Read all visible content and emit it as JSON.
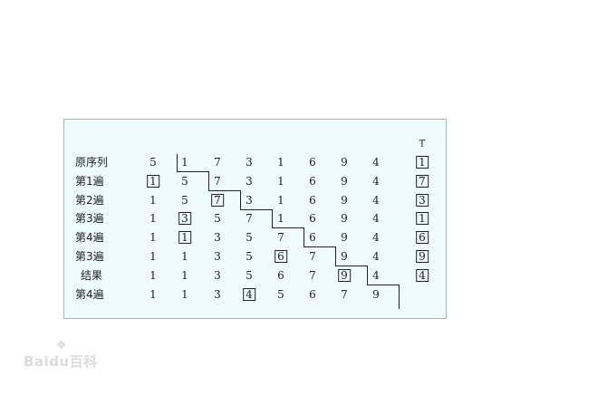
{
  "header_t": "T",
  "rows": [
    {
      "label": "原序列",
      "values": [
        "5",
        "1",
        "7",
        "3",
        "1",
        "6",
        "9",
        "4"
      ],
      "boxed": -1,
      "t": "1"
    },
    {
      "label": "第1遍",
      "values": [
        "1",
        "5",
        "7",
        "3",
        "1",
        "6",
        "9",
        "4"
      ],
      "boxed": 0,
      "t": "7"
    },
    {
      "label": "第2遍",
      "values": [
        "1",
        "5",
        "7",
        "3",
        "1",
        "6",
        "9",
        "4"
      ],
      "boxed": 2,
      "t": "3"
    },
    {
      "label": "第3遍",
      "values": [
        "1",
        "3",
        "5",
        "7",
        "1",
        "6",
        "9",
        "4"
      ],
      "boxed": 1,
      "t": "1"
    },
    {
      "label": "第4遍",
      "values": [
        "1",
        "1",
        "3",
        "5",
        "7",
        "6",
        "9",
        "4"
      ],
      "boxed": 1,
      "t": "6"
    },
    {
      "label": "第3遍",
      "values": [
        "1",
        "1",
        "3",
        "5",
        "6",
        "7",
        "9",
        "4"
      ],
      "boxed": 4,
      "t": "9"
    },
    {
      "label": "结果",
      "values": [
        "1",
        "1",
        "3",
        "5",
        "6",
        "7",
        "9",
        "4"
      ],
      "boxed": 6,
      "t": "4"
    },
    {
      "label": "第4遍",
      "values": [
        "1",
        "1",
        "3",
        "4",
        "5",
        "6",
        "7",
        "9"
      ],
      "boxed": 3,
      "t": ""
    }
  ],
  "watermark": "Baidu百科"
}
